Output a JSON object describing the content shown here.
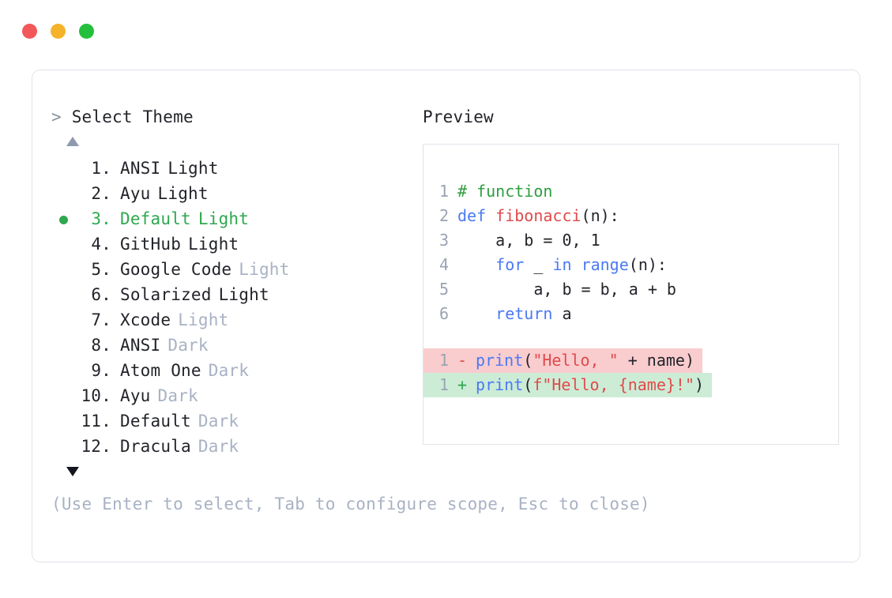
{
  "window": {
    "traffic_lights": [
      {
        "name": "close",
        "color": "#f2585a"
      },
      {
        "name": "minimize",
        "color": "#f5b32b"
      },
      {
        "name": "maximize",
        "color": "#24bf3c"
      }
    ]
  },
  "left_panel": {
    "prompt_caret": ">",
    "title": "Select Theme",
    "scroll_up_icon": "triangle-up-icon",
    "scroll_down_icon": "triangle-down-icon",
    "selected_index": 3,
    "items": [
      {
        "num": "1.",
        "name": "ANSI",
        "variant": "Light",
        "dim": false,
        "selected": false
      },
      {
        "num": "2.",
        "name": "Ayu",
        "variant": "Light",
        "dim": false,
        "selected": false
      },
      {
        "num": "3.",
        "name": "Default",
        "variant": "Light",
        "dim": false,
        "selected": true
      },
      {
        "num": "4.",
        "name": "GitHub",
        "variant": "Light",
        "dim": false,
        "selected": false
      },
      {
        "num": "5.",
        "name": "Google Code",
        "variant": "Light",
        "dim": true,
        "selected": false
      },
      {
        "num": "6.",
        "name": "Solarized",
        "variant": "Light",
        "dim": false,
        "selected": false
      },
      {
        "num": "7.",
        "name": "Xcode",
        "variant": "Light",
        "dim": true,
        "selected": false
      },
      {
        "num": "8.",
        "name": "ANSI",
        "variant": "Dark",
        "dim": true,
        "selected": false
      },
      {
        "num": "9.",
        "name": "Atom One",
        "variant": "Dark",
        "dim": true,
        "selected": false
      },
      {
        "num": "10.",
        "name": "Ayu",
        "variant": "Dark",
        "dim": true,
        "selected": false
      },
      {
        "num": "11.",
        "name": "Default",
        "variant": "Dark",
        "dim": true,
        "selected": false
      },
      {
        "num": "12.",
        "name": "Dracula",
        "variant": "Dark",
        "dim": true,
        "selected": false
      }
    ]
  },
  "right_panel": {
    "title": "Preview",
    "code_lines": [
      {
        "num": "1",
        "tokens": [
          {
            "t": "# function",
            "c": "comment"
          }
        ]
      },
      {
        "num": "2",
        "tokens": [
          {
            "t": "def ",
            "c": "keyword"
          },
          {
            "t": "fibonacci",
            "c": "func"
          },
          {
            "t": "(n):",
            "c": "plain"
          }
        ]
      },
      {
        "num": "3",
        "tokens": [
          {
            "t": "    a, b = 0, 1",
            "c": "plain"
          }
        ]
      },
      {
        "num": "4",
        "tokens": [
          {
            "t": "    ",
            "c": "plain"
          },
          {
            "t": "for ",
            "c": "keyword"
          },
          {
            "t": "_ ",
            "c": "plain"
          },
          {
            "t": "in ",
            "c": "keyword"
          },
          {
            "t": "range",
            "c": "builtin"
          },
          {
            "t": "(n):",
            "c": "plain"
          }
        ]
      },
      {
        "num": "5",
        "tokens": [
          {
            "t": "        a, b = b, a + b",
            "c": "plain"
          }
        ]
      },
      {
        "num": "6",
        "tokens": [
          {
            "t": "    ",
            "c": "plain"
          },
          {
            "t": "return ",
            "c": "keyword"
          },
          {
            "t": "a",
            "c": "plain"
          }
        ]
      }
    ],
    "diff_lines": [
      {
        "num": "1",
        "sign": "-",
        "kind": "minus",
        "tokens": [
          {
            "t": "print",
            "c": "builtin"
          },
          {
            "t": "(",
            "c": "plain"
          },
          {
            "t": "\"Hello, \"",
            "c": "string"
          },
          {
            "t": " + name)",
            "c": "plain"
          }
        ]
      },
      {
        "num": "1",
        "sign": "+",
        "kind": "plus",
        "tokens": [
          {
            "t": "print",
            "c": "builtin"
          },
          {
            "t": "(",
            "c": "plain"
          },
          {
            "t": "f\"Hello, {name}!\"",
            "c": "string"
          },
          {
            "t": ")",
            "c": "plain"
          }
        ]
      }
    ]
  },
  "footer": {
    "hint": "(Use Enter to select, Tab to configure scope, Esc to close)"
  },
  "colors": {
    "accent_green": "#2fa84f",
    "dim_text": "#a8b2c4",
    "body_text": "#22242a",
    "border": "#dfe3ea",
    "diff_remove_bg": "#f9ccce",
    "diff_add_bg": "#cdecd6",
    "syntax_comment": "#2d9e3f",
    "syntax_keyword": "#4a79f5",
    "syntax_function": "#e04a4a",
    "syntax_string": "#e04a4a"
  }
}
